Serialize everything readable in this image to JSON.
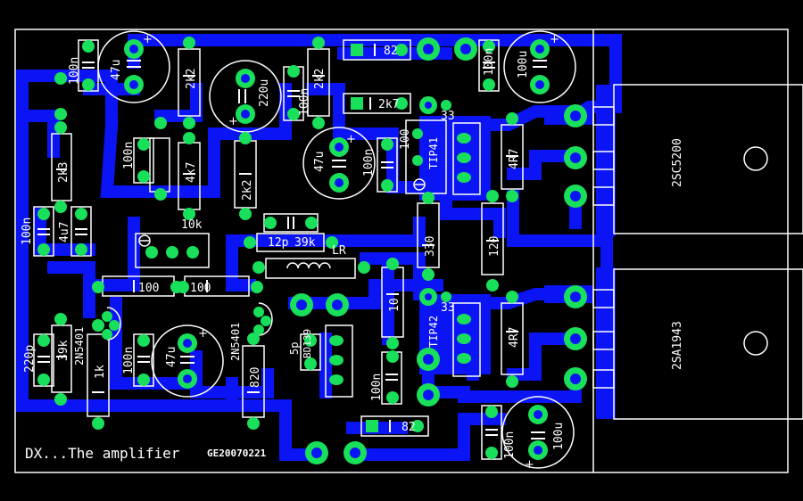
{
  "board": {
    "title": "DX...The amplifier",
    "code": "GE20070221",
    "colors": {
      "background": "#000000",
      "copper": "#0a14f5",
      "pad": "#18e05a",
      "drill": "#0a14f5",
      "silk": "#ffffff"
    }
  },
  "components": {
    "r_82_top": "82",
    "r_2k7": "2k7",
    "r_82_bottom": "82",
    "r_2k2_a": "2k2",
    "r_2k2_b": "2k2",
    "r_2k2_c": "2k2",
    "r_4k7": "4k7",
    "r_2k3": "2k3",
    "r_39k_top": "39k",
    "r_39k_left": "39k",
    "r_100_a": "100",
    "r_100_b": "100",
    "r_1k": "1k",
    "r_820": "820",
    "r_330": "330",
    "r_120": "120",
    "r_10": "10",
    "r_4r7_top": "4R7",
    "r_4r7_bottom": "4R7",
    "trim_100": "100",
    "trim_10k": "10k",
    "c_100n_1": "100n",
    "c_100n_2": "100n",
    "c_100n_3": "100n",
    "c_100n_4": "100n",
    "c_100n_5": "100n",
    "c_100n_6": "100n",
    "c_100n_7": "100n",
    "c_100n_8": "100n",
    "c_100n_9": "100n",
    "c_47u_1": "47u",
    "c_47u_2": "47u",
    "c_47u_3": "47u",
    "c_220u": "220u",
    "c_100u_top": "100u",
    "c_100u_bottom": "100u",
    "c_4u7": "4u7",
    "c_220p": "220p",
    "c_12p": "12p",
    "c_5p": "5p",
    "c_33_top": "33",
    "c_33_bottom": "33",
    "q_2n5401_a": "2N5401",
    "q_2n5401_b": "2N5401",
    "q_tip41": "TIP41",
    "q_tip42": "TIP42",
    "q_2sc5200": "2SC5200",
    "q_2sa1943": "2SA1943",
    "q_bd139": "BD139",
    "inductor": "LR"
  }
}
